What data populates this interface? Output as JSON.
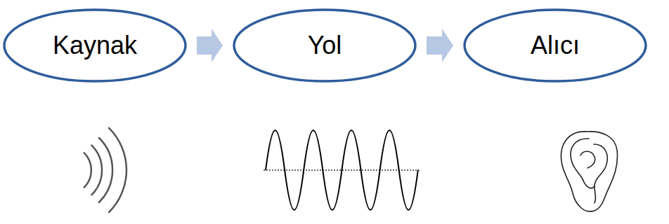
{
  "diagram": {
    "nodes": [
      {
        "text": [
          "Kaynak"
        ]
      },
      {
        "text": [
          "Yol"
        ]
      },
      {
        "text": [
          "Alıcı"
        ]
      }
    ],
    "edges": [
      {
        "from": 0,
        "to": 1,
        "arrow": "to"
      },
      {
        "from": 1,
        "to": 2,
        "arrow": "to"
      }
    ]
  }
}
